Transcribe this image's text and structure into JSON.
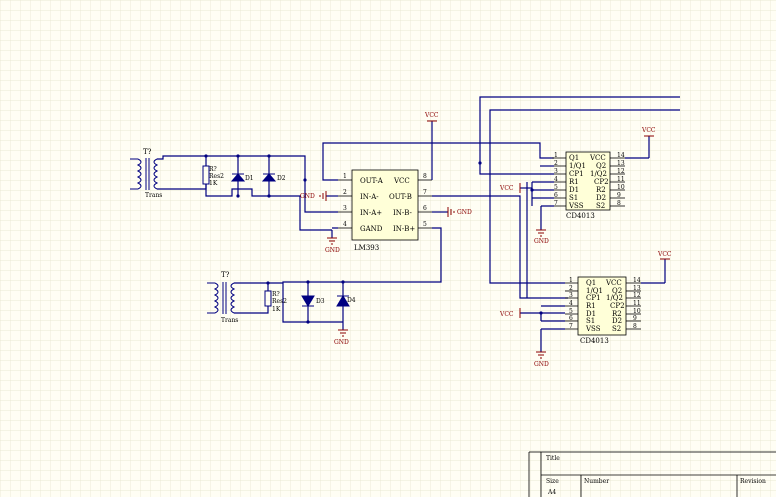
{
  "power": {
    "vcc": "VCC",
    "gnd": "GND"
  },
  "transformer": {
    "ref": "T?",
    "value": "Trans"
  },
  "resistors": [
    {
      "ref": "R?",
      "value": "Res2",
      "val2": "1K"
    },
    {
      "ref": "R?",
      "value": "Res2",
      "val2": "1K"
    }
  ],
  "diodes": [
    "D1",
    "D2",
    "D3",
    "D4"
  ],
  "lm393": {
    "name": "LM393",
    "left_pins": [
      {
        "num": "1",
        "name": "OUT-A"
      },
      {
        "num": "2",
        "name": "IN-A-"
      },
      {
        "num": "3",
        "name": "IN-A+"
      },
      {
        "num": "4",
        "name": "GAND"
      }
    ],
    "right_pins": [
      {
        "num": "8",
        "name": "VCC"
      },
      {
        "num": "7",
        "name": "OUT-B"
      },
      {
        "num": "6",
        "name": "IN-B-"
      },
      {
        "num": "5",
        "name": "IN-B+"
      }
    ]
  },
  "cd4013": {
    "name": "CD4013",
    "left_pins": [
      {
        "num": "1",
        "name": "Q1"
      },
      {
        "num": "2",
        "name": "1/Q1"
      },
      {
        "num": "3",
        "name": "CP1"
      },
      {
        "num": "4",
        "name": "R1"
      },
      {
        "num": "5",
        "name": "D1"
      },
      {
        "num": "6",
        "name": "S1"
      },
      {
        "num": "7",
        "name": "VSS"
      }
    ],
    "right_pins": [
      {
        "num": "14",
        "name": "VCC"
      },
      {
        "num": "13",
        "name": "Q2"
      },
      {
        "num": "12",
        "name": "1/Q2"
      },
      {
        "num": "11",
        "name": "CP2"
      },
      {
        "num": "10",
        "name": "R2"
      },
      {
        "num": "9",
        "name": "D2"
      },
      {
        "num": "8",
        "name": "S2"
      }
    ]
  },
  "title_block": {
    "title": "Title",
    "size": "Size",
    "size_value": "A4",
    "number": "Number",
    "revision": "Revision"
  }
}
